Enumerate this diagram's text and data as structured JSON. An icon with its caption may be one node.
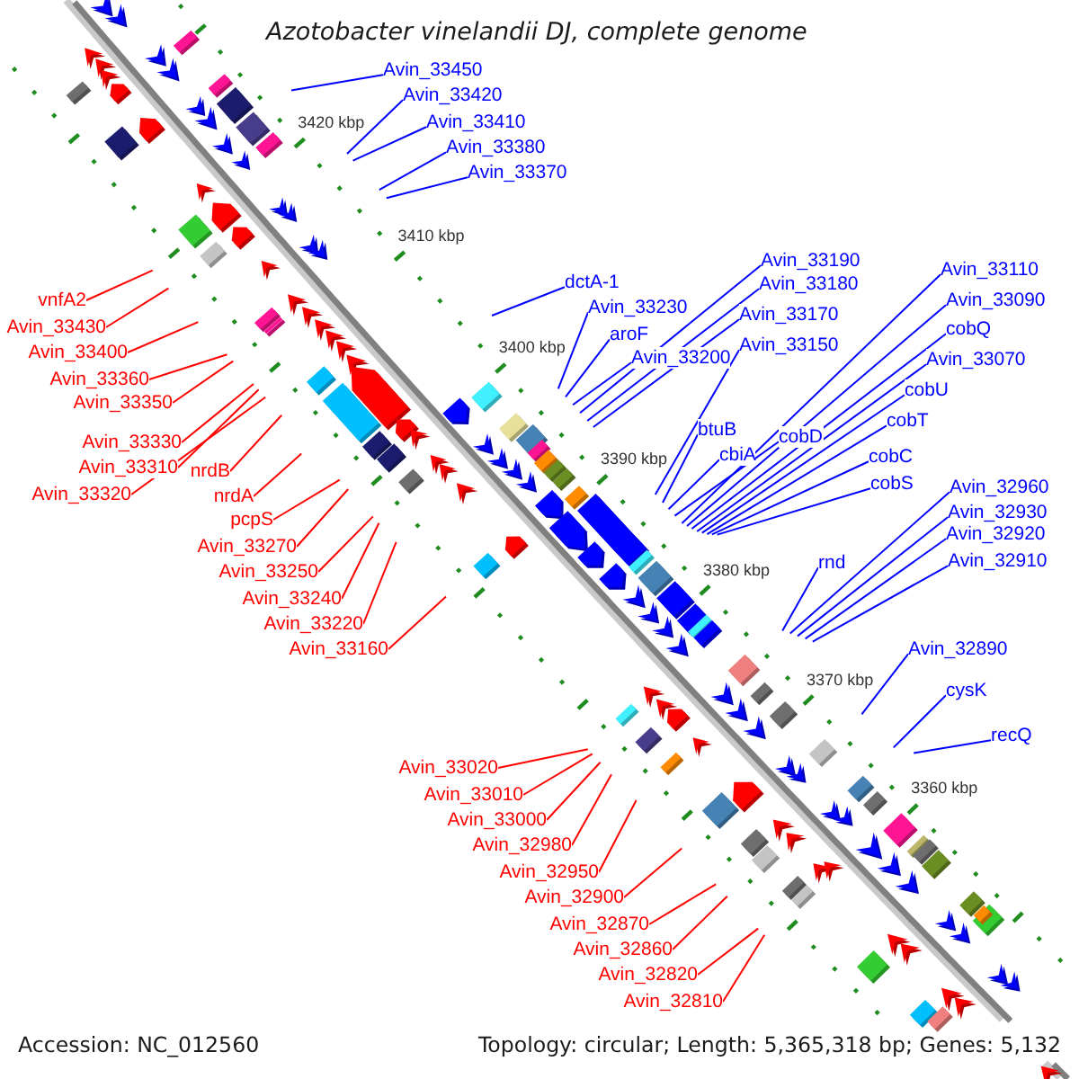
{
  "diagram": {
    "title": "Azotobacter vinelandii DJ, complete genome",
    "nodes": [
      {
        "text": [
          "Avin_33450"
        ]
      },
      {
        "text": [
          "Avin_33420"
        ]
      },
      {
        "text": [
          "Avin_33410"
        ]
      },
      {
        "text": [
          "Avin_33380"
        ]
      },
      {
        "text": [
          "Avin_33370"
        ]
      },
      {
        "text": [
          "vnfA2"
        ]
      },
      {
        "text": [
          "Avin_33430"
        ]
      },
      {
        "text": [
          "Avin_33400"
        ]
      },
      {
        "text": [
          "Avin_33360"
        ]
      },
      {
        "text": [
          "Avin_33350"
        ]
      },
      {
        "text": [
          "Avin_33330"
        ]
      },
      {
        "text": [
          "Avin_33310"
        ]
      },
      {
        "text": [
          "Avin_33320"
        ]
      },
      {
        "text": [
          "nrdB"
        ]
      },
      {
        "text": [
          "nrdA"
        ]
      },
      {
        "text": [
          "pcpS"
        ]
      },
      {
        "text": [
          "Avin_33270"
        ]
      },
      {
        "text": [
          "Avin_33250"
        ]
      },
      {
        "text": [
          "Avin_33240"
        ]
      },
      {
        "text": [
          "Avin_33220"
        ]
      },
      {
        "text": [
          "Avin_33160"
        ]
      },
      {
        "text": [
          "dctA-1"
        ]
      },
      {
        "text": [
          "Avin_33230"
        ]
      },
      {
        "text": [
          "aroF"
        ]
      },
      {
        "text": [
          "Avin_33200"
        ]
      },
      {
        "text": [
          "Avin_33190"
        ]
      },
      {
        "text": [
          "Avin_33180"
        ]
      },
      {
        "text": [
          "Avin_33170"
        ]
      },
      {
        "text": [
          "Avin_33150"
        ]
      },
      {
        "text": [
          "btuB"
        ]
      },
      {
        "text": [
          "cbiA"
        ]
      },
      {
        "text": [
          "cobD"
        ]
      },
      {
        "text": [
          "Avin_33110"
        ]
      },
      {
        "text": [
          "Avin_33090"
        ]
      },
      {
        "text": [
          "cobQ"
        ]
      },
      {
        "text": [
          "Avin_33070"
        ]
      },
      {
        "text": [
          "cobU"
        ]
      },
      {
        "text": [
          "cobT"
        ]
      },
      {
        "text": [
          "cobC"
        ]
      },
      {
        "text": [
          "cobS"
        ]
      },
      {
        "text": [
          "rnd"
        ]
      },
      {
        "text": [
          "Avin_32960"
        ]
      },
      {
        "text": [
          "Avin_32930"
        ]
      },
      {
        "text": [
          "Avin_32920"
        ]
      },
      {
        "text": [
          "Avin_32910"
        ]
      },
      {
        "text": [
          "Avin_33020"
        ]
      },
      {
        "text": [
          "Avin_33010"
        ]
      },
      {
        "text": [
          "Avin_33000"
        ]
      },
      {
        "text": [
          "Avin_32980"
        ]
      },
      {
        "text": [
          "Avin_32950"
        ]
      },
      {
        "text": [
          "Avin_32900"
        ]
      },
      {
        "text": [
          "Avin_32870"
        ]
      },
      {
        "text": [
          "Avin_32860"
        ]
      },
      {
        "text": [
          "Avin_32820"
        ]
      },
      {
        "text": [
          "Avin_32810"
        ]
      },
      {
        "text": [
          "Avin_32890"
        ]
      },
      {
        "text": [
          "cysK"
        ]
      },
      {
        "text": [
          "recQ"
        ]
      }
    ],
    "edges": [
      {
        "from": 0,
        "to": null,
        "arrow": "none"
      },
      {
        "from": 1,
        "to": null,
        "arrow": "none"
      },
      {
        "from": 2,
        "to": null,
        "arrow": "none"
      },
      {
        "from": 3,
        "to": null,
        "arrow": "none"
      },
      {
        "from": 4,
        "to": null,
        "arrow": "none"
      },
      {
        "from": 5,
        "to": null,
        "arrow": "none",
        "color": "#ff0000"
      },
      {
        "from": 6,
        "to": null,
        "arrow": "none",
        "color": "#ff0000"
      },
      {
        "from": 7,
        "to": null,
        "arrow": "none",
        "color": "#ff0000"
      },
      {
        "from": 8,
        "to": null,
        "arrow": "none",
        "color": "#ff0000"
      },
      {
        "from": 9,
        "to": null,
        "arrow": "none",
        "color": "#ff0000"
      },
      {
        "from": 10,
        "to": null,
        "arrow": "none",
        "color": "#ff0000"
      },
      {
        "from": 11,
        "to": null,
        "arrow": "none",
        "color": "#ff0000"
      },
      {
        "from": 12,
        "to": null,
        "arrow": "none",
        "color": "#ff0000"
      },
      {
        "from": 13,
        "to": null,
        "arrow": "none",
        "color": "#ff0000"
      },
      {
        "from": 14,
        "to": null,
        "arrow": "none",
        "color": "#ff0000"
      },
      {
        "from": 15,
        "to": null,
        "arrow": "none",
        "color": "#ff0000"
      },
      {
        "from": 16,
        "to": null,
        "arrow": "none",
        "color": "#ff0000"
      },
      {
        "from": 17,
        "to": null,
        "arrow": "none",
        "color": "#ff0000"
      },
      {
        "from": 18,
        "to": null,
        "arrow": "none",
        "color": "#ff0000"
      },
      {
        "from": 19,
        "to": null,
        "arrow": "none",
        "color": "#ff0000"
      },
      {
        "from": 20,
        "to": null,
        "arrow": "none",
        "color": "#ff0000"
      },
      {
        "from": 21,
        "to": null,
        "arrow": "none"
      },
      {
        "from": 22,
        "to": null,
        "arrow": "none"
      },
      {
        "from": 23,
        "to": null,
        "arrow": "none"
      },
      {
        "from": 24,
        "to": null,
        "arrow": "none"
      },
      {
        "from": 25,
        "to": null,
        "arrow": "none"
      },
      {
        "from": 26,
        "to": null,
        "arrow": "none"
      },
      {
        "from": 27,
        "to": null,
        "arrow": "none"
      },
      {
        "from": 28,
        "to": null,
        "arrow": "none"
      },
      {
        "from": 29,
        "to": null,
        "arrow": "none"
      },
      {
        "from": 30,
        "to": null,
        "arrow": "none"
      },
      {
        "from": 31,
        "to": null,
        "arrow": "none"
      },
      {
        "from": 32,
        "to": null,
        "arrow": "none"
      },
      {
        "from": 33,
        "to": null,
        "arrow": "none"
      },
      {
        "from": 34,
        "to": null,
        "arrow": "none"
      },
      {
        "from": 35,
        "to": null,
        "arrow": "none"
      },
      {
        "from": 36,
        "to": null,
        "arrow": "none"
      },
      {
        "from": 37,
        "to": null,
        "arrow": "none"
      },
      {
        "from": 38,
        "to": null,
        "arrow": "none"
      },
      {
        "from": 39,
        "to": null,
        "arrow": "none"
      },
      {
        "from": 40,
        "to": null,
        "arrow": "none"
      },
      {
        "from": 41,
        "to": null,
        "arrow": "none"
      },
      {
        "from": 42,
        "to": null,
        "arrow": "none"
      },
      {
        "from": 43,
        "to": null,
        "arrow": "none"
      },
      {
        "from": 44,
        "to": null,
        "arrow": "none"
      },
      {
        "from": 45,
        "to": null,
        "arrow": "none",
        "color": "#ff0000"
      },
      {
        "from": 46,
        "to": null,
        "arrow": "none",
        "color": "#ff0000"
      },
      {
        "from": 47,
        "to": null,
        "arrow": "none",
        "color": "#ff0000"
      },
      {
        "from": 48,
        "to": null,
        "arrow": "none",
        "color": "#ff0000"
      },
      {
        "from": 49,
        "to": null,
        "arrow": "none",
        "color": "#ff0000"
      },
      {
        "from": 50,
        "to": null,
        "arrow": "none",
        "color": "#ff0000"
      },
      {
        "from": 51,
        "to": null,
        "arrow": "none",
        "color": "#ff0000"
      },
      {
        "from": 52,
        "to": null,
        "arrow": "none",
        "color": "#ff0000"
      },
      {
        "from": 53,
        "to": null,
        "arrow": "none",
        "color": "#ff0000"
      },
      {
        "from": 54,
        "to": null,
        "arrow": "none",
        "color": "#ff0000"
      },
      {
        "from": 55,
        "to": null,
        "arrow": "none"
      },
      {
        "from": 56,
        "to": null,
        "arrow": "none"
      },
      {
        "from": 57,
        "to": null,
        "arrow": "none"
      }
    ],
    "labels": [
      "3420 kbp",
      "3410 kbp",
      "3400 kbp",
      "3390 kbp",
      "3380 kbp",
      "3370 kbp",
      "3360 kbp",
      "Accession: NC_012560",
      "Topology: circular; Length: 5,365,318 bp; Genes: 5,132"
    ]
  }
}
